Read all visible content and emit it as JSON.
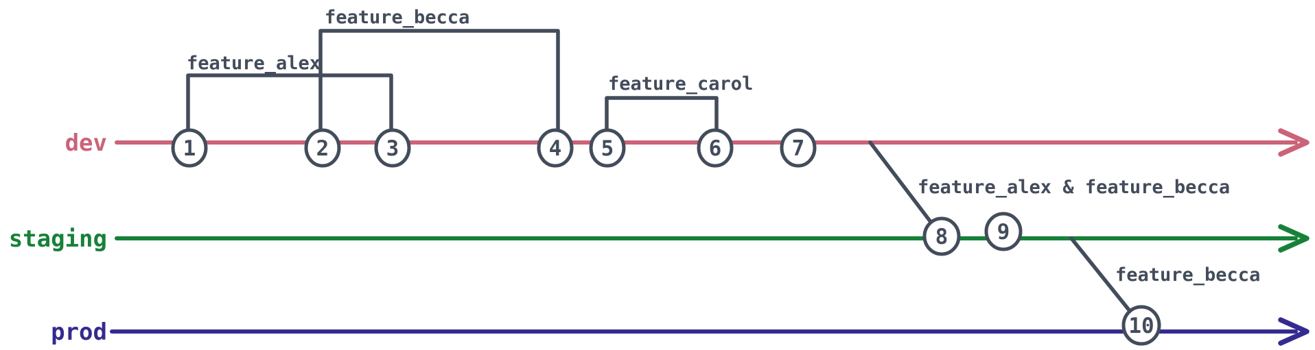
{
  "diagram": {
    "type": "git-branch-diagram",
    "background": "#ffffff",
    "ink_color": "#434c5b",
    "branches": [
      {
        "name": "dev",
        "color": "#cb6379",
        "commits": [
          "1",
          "2",
          "3",
          "4",
          "5",
          "6",
          "7"
        ]
      },
      {
        "name": "staging",
        "color": "#178139",
        "commits": [
          "8",
          "9"
        ]
      },
      {
        "name": "prod",
        "color": "#342b90",
        "commits": [
          "10"
        ]
      }
    ],
    "feature_branches": [
      {
        "label": "feature_alex",
        "from_commit": "1",
        "to_commit": "3"
      },
      {
        "label": "feature_becca",
        "from_commit": "2",
        "to_commit": "4"
      },
      {
        "label": "feature_carol",
        "from_commit": "5",
        "to_commit": "6"
      }
    ],
    "merges": [
      {
        "label": "feature_alex & feature_becca",
        "from_branch": "dev",
        "to_branch": "staging",
        "at_commit": "8"
      },
      {
        "label": "feature_becca",
        "from_branch": "staging",
        "to_branch": "prod",
        "at_commit": "10"
      }
    ]
  }
}
